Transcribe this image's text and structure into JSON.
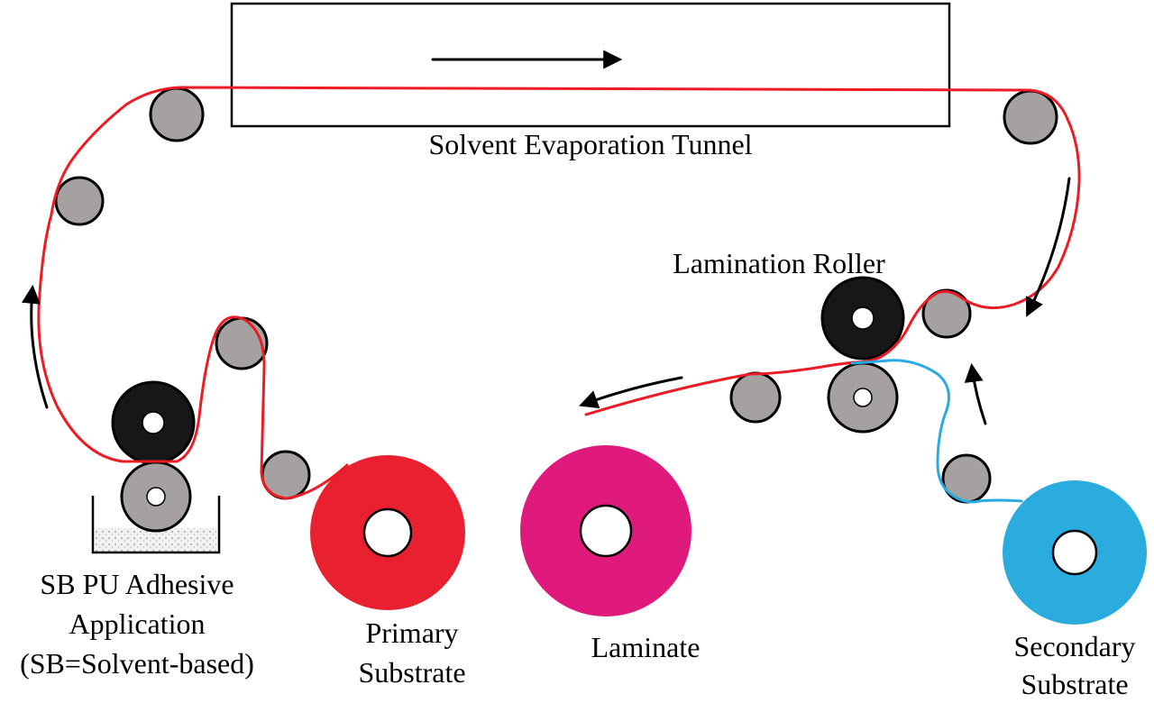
{
  "labels": {
    "tunnel": "Solvent Evaporation Tunnel",
    "lamination_roller": "Lamination Roller",
    "adhesive_station": [
      "SB PU Adhesive",
      "Application",
      "(SB=Solvent-based)"
    ],
    "primary_substrate": [
      "Primary",
      "Substrate"
    ],
    "laminate": "Laminate",
    "secondary_substrate": [
      "Secondary",
      "Substrate"
    ]
  },
  "colors": {
    "web_primary": "#ed1c24",
    "web_secondary": "#29abe2",
    "roll_primary": "#e8202f",
    "roll_laminate": "#e01a7d",
    "roll_secondary": "#2bacdf",
    "roller_fill": "#a5a1a1",
    "roller_dark": "#171717",
    "ink": "#000000",
    "background": "#ffffff"
  }
}
